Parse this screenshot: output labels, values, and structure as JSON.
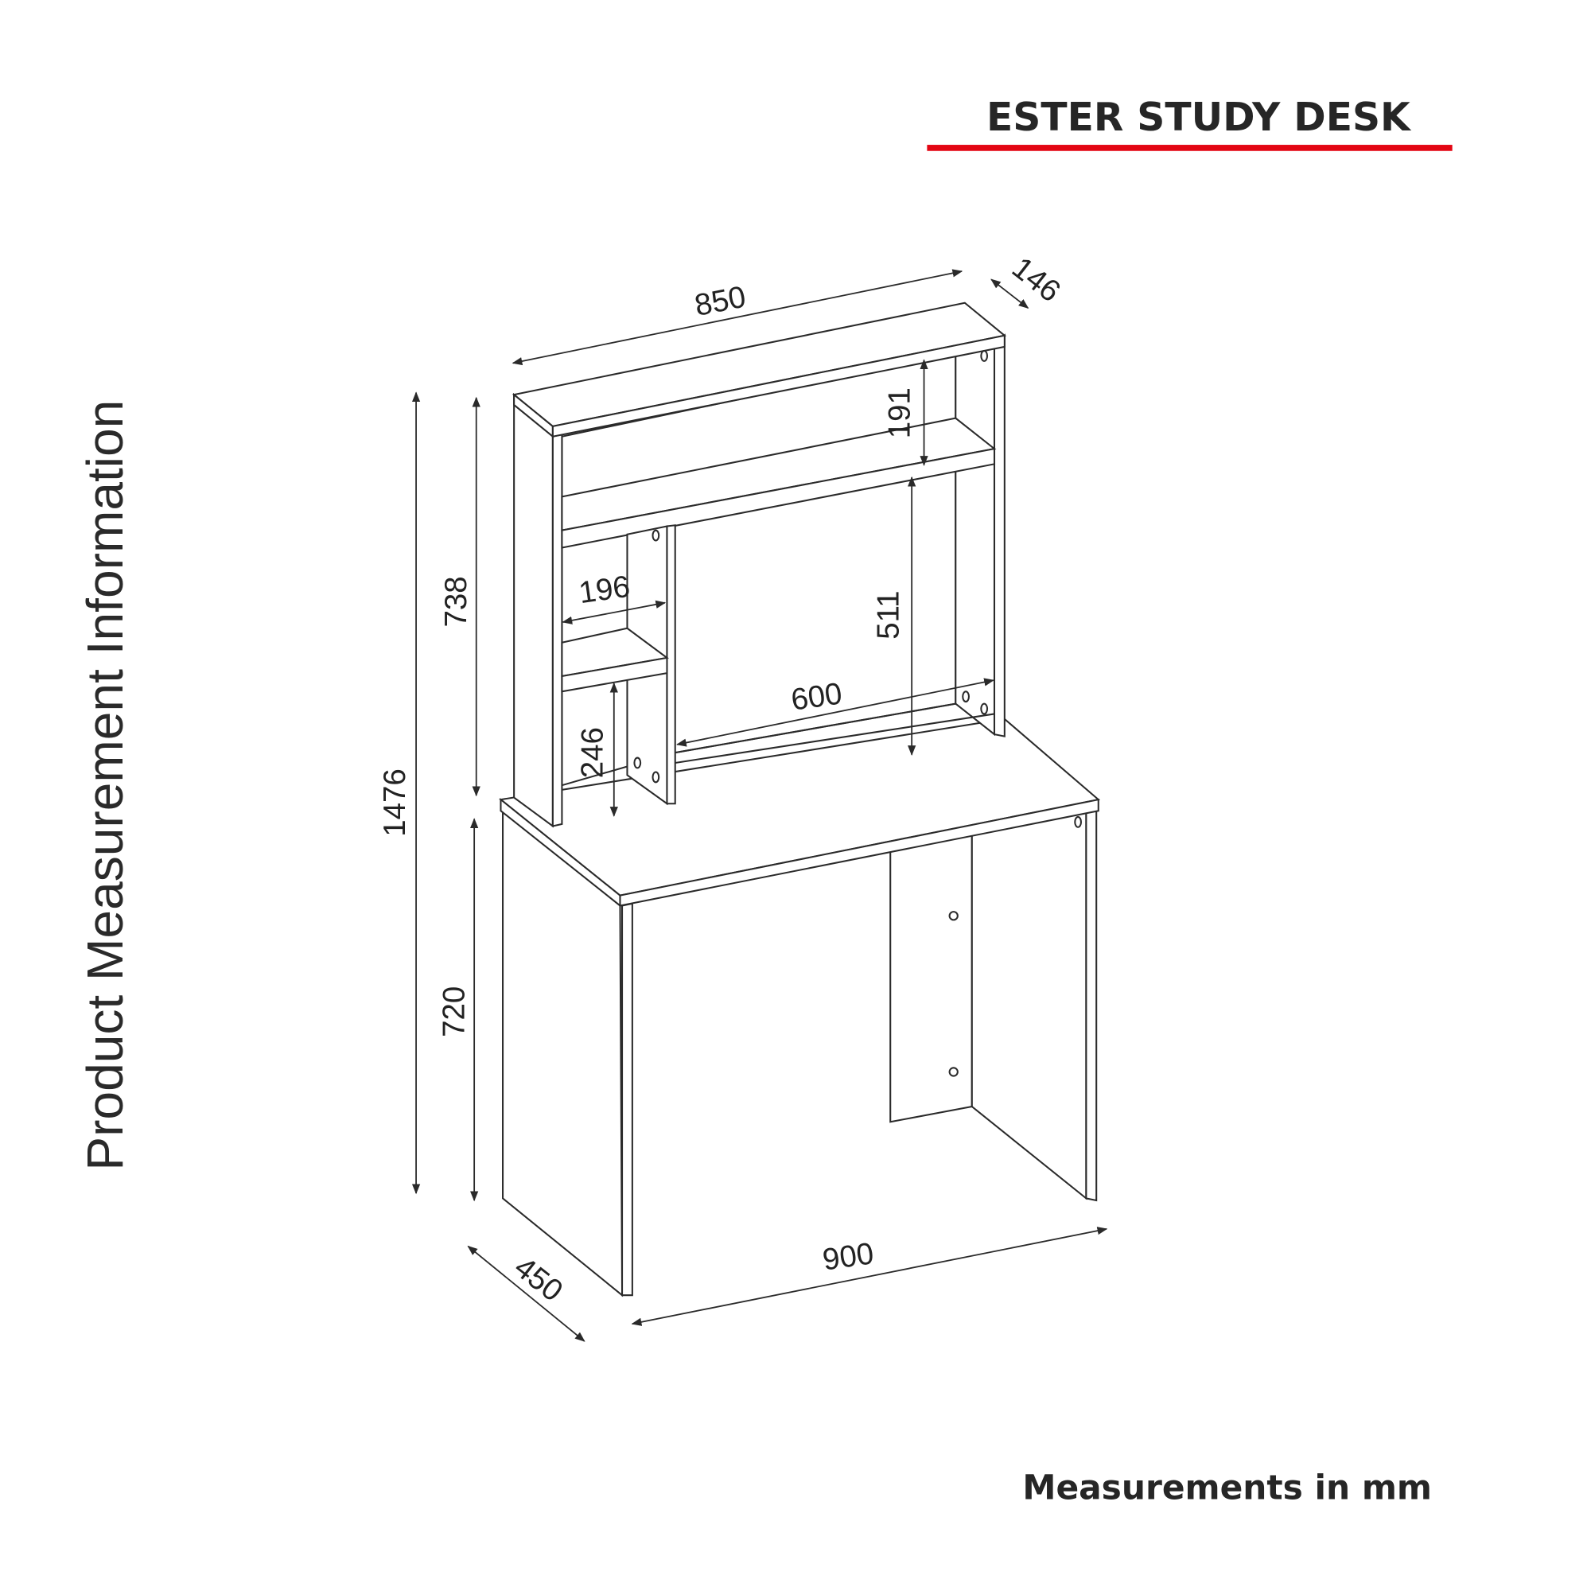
{
  "title": "ESTER STUDY DESK",
  "accent_color": "#e30613",
  "side_label": "Product Measurement Information",
  "footer": "Measurements in mm",
  "dimensions": {
    "hutch_width": "850",
    "hutch_depth": "146",
    "top_shelf_height": "191",
    "hutch_height": "738",
    "compartment_width": "196",
    "open_height": "511",
    "open_width": "600",
    "lower_compartment_height": "246",
    "total_height": "1476",
    "desk_height": "720",
    "desk_width": "900",
    "desk_depth": "450"
  }
}
